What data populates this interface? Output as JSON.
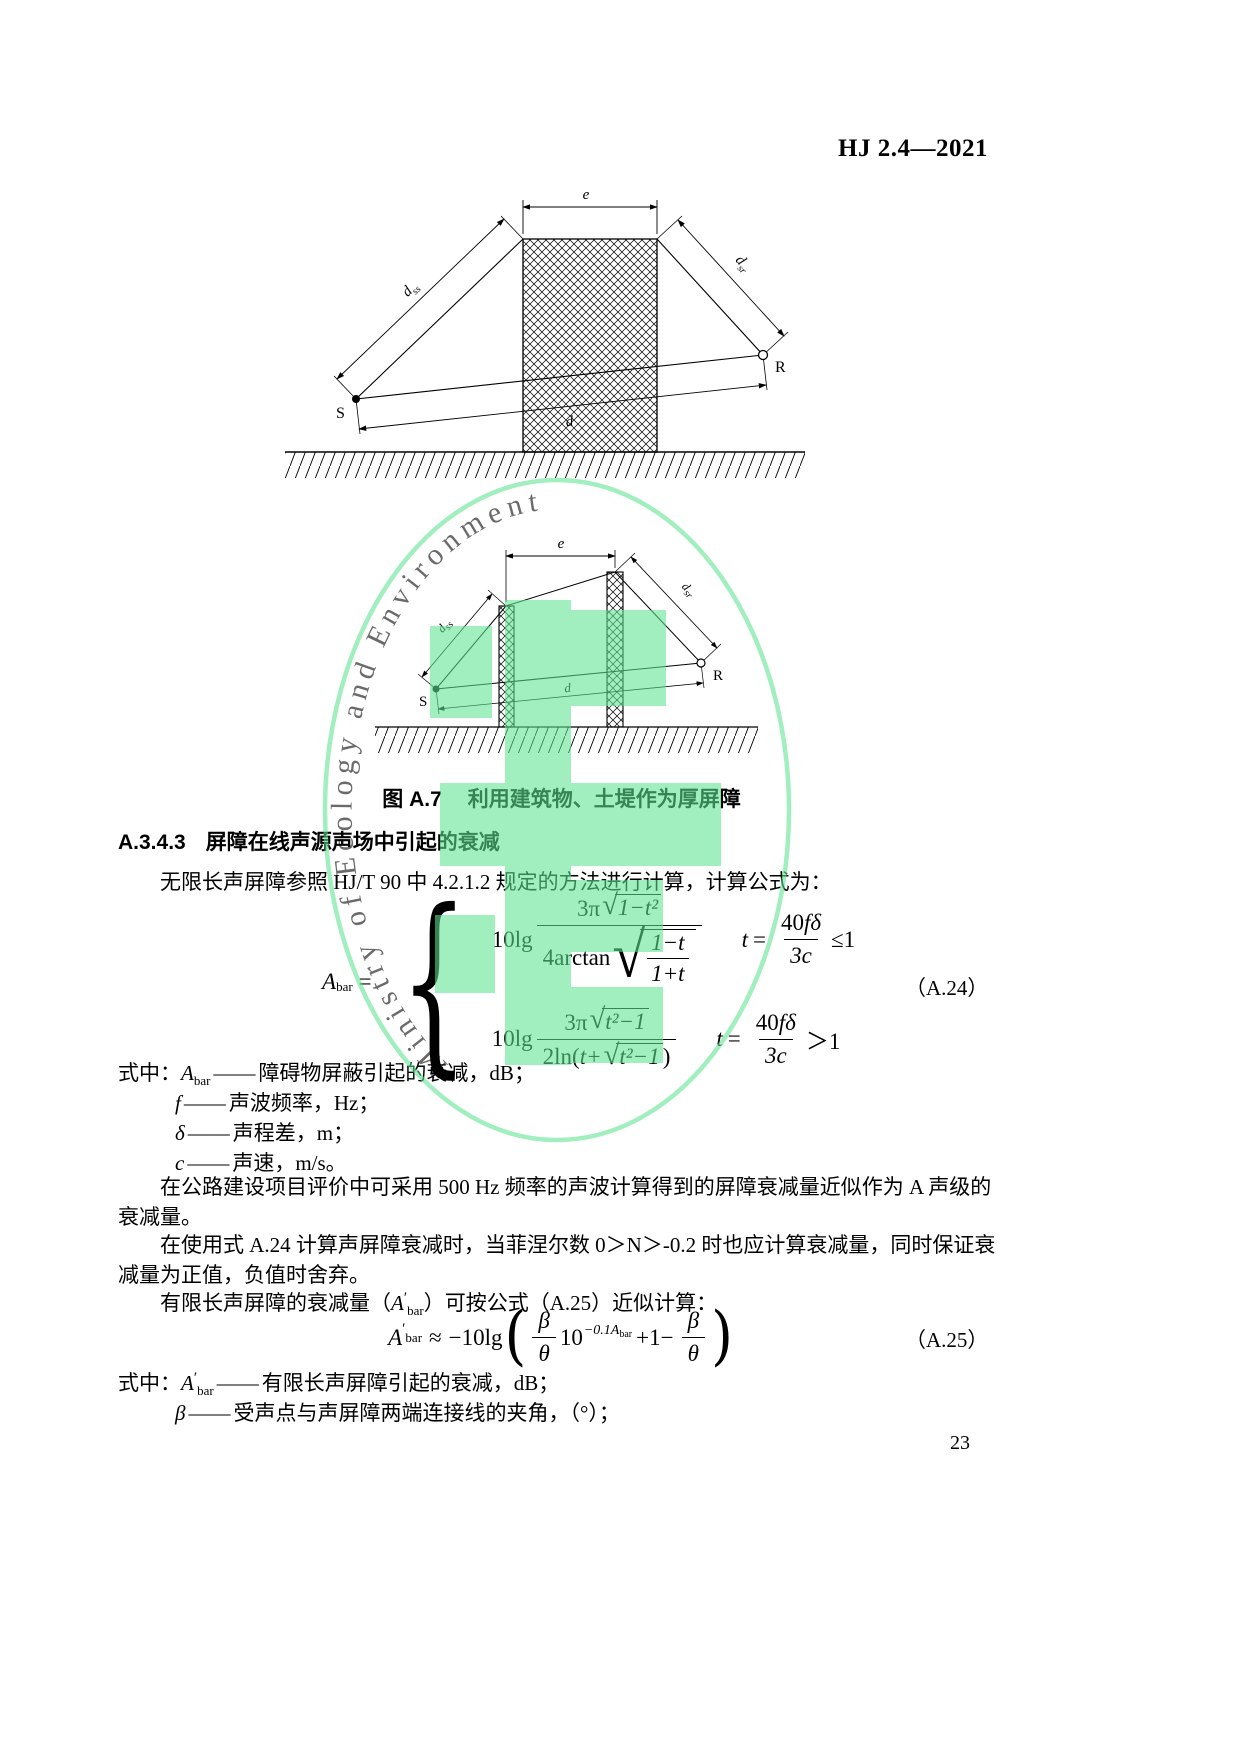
{
  "doc": {
    "number": "HJ 2.4—2021",
    "page_number": "23"
  },
  "watermark": {
    "arc_text": "Ministry of Ecology and Environment"
  },
  "diagram_labels": {
    "e": "e",
    "d": "d",
    "d_main": "d",
    "sub_ss": "ss",
    "sub_sr": "sr",
    "source": "S",
    "receiver": "R"
  },
  "figure_caption": {
    "label": "图 A.7",
    "title": "利用建筑物、土堤作为厚屏障"
  },
  "section": {
    "number": "A.3.4.3",
    "title": "屏障在线声源声场中引起的衰减"
  },
  "paragraphs": {
    "intro": "无限长声屏障参照 HJ/T 90 中 4.2.1.2 规定的方法进行计算，计算公式为：",
    "freq500": "在公路建设项目评价中可采用 500 Hz 频率的声波计算得到的屏障衰减量近似作为 A 声级的衰减量。",
    "fresnel": "在使用式 A.24 计算声屏障衰减时，当菲涅尔数 0＞N＞-0.2 时也应计算衰减量，同时保证衰减量为正值，负值时舍弃。",
    "finite_pre": "有限长声屏障的衰减量（",
    "finite_sym": "A",
    "finite_sup": "′",
    "finite_sub": "bar",
    "finite_post": "）可按公式（A.25）近似计算："
  },
  "formula24": {
    "lhs_sym": "A",
    "lhs_sub": "bar",
    "equals": "=",
    "brace": "{",
    "sqrt_sign": "√",
    "row1": {
      "coef": "10lg",
      "num_a": "3π",
      "num_rad": "1−t²",
      "den_a": "4arctan",
      "ifrac_num": "1−t",
      "ifrac_den": "1+t"
    },
    "cond1": {
      "var": "t",
      "eq": "=",
      "num_coef": "40",
      "num_vars": "fδ",
      "den": "3c",
      "cmp": "≤1"
    },
    "row2": {
      "coef": "10lg",
      "num_a": "3π",
      "num_rad": "t²−1",
      "den_a": "2ln",
      "open": "(",
      "den_b": "t+",
      "den_rad": "t²−1",
      "close": ")"
    },
    "cond2": {
      "var": "t",
      "eq": "=",
      "num_coef": "40",
      "num_vars": "fδ",
      "den": "3c",
      "cmp": "＞1"
    },
    "tag": "（A.24）"
  },
  "formula25": {
    "lhs_sym": "A",
    "lhs_sup": "′",
    "lhs_sub": "bar",
    "approx": "≈",
    "coef": "−10lg",
    "open": "(",
    "frac1_num": "β",
    "frac1_den": "θ",
    "pow_base": "10",
    "pow_exp": "−0.1A",
    "pow_exp_sub": "bar",
    "mid": "+1−",
    "frac2_num": "β",
    "frac2_den": "θ",
    "close": ")",
    "tag": "（A.25）"
  },
  "defs1": {
    "prefix": "式中：",
    "items": [
      {
        "sym": "A",
        "sub": "bar",
        "dash": "——",
        "text": "障碍物屏蔽引起的衰减，dB；"
      },
      {
        "sym": "f",
        "sub": "",
        "dash": "——",
        "text": "声波频率，Hz；"
      },
      {
        "sym": "δ",
        "sub": "",
        "dash": "——",
        "text": "声程差，m；"
      },
      {
        "sym": "c",
        "sub": "",
        "dash": "——",
        "text": "声速，m/s。"
      }
    ]
  },
  "defs2": {
    "prefix": "式中：",
    "items": [
      {
        "sym": "A",
        "sup": "′",
        "sub": "bar",
        "dash": "——",
        "text": "有限长声屏障引起的衰减，dB；"
      },
      {
        "sym": "β",
        "sup": "",
        "sub": "",
        "dash": "——",
        "text": "受声点与声屏障两端连接线的夹角，（°）；"
      }
    ]
  }
}
